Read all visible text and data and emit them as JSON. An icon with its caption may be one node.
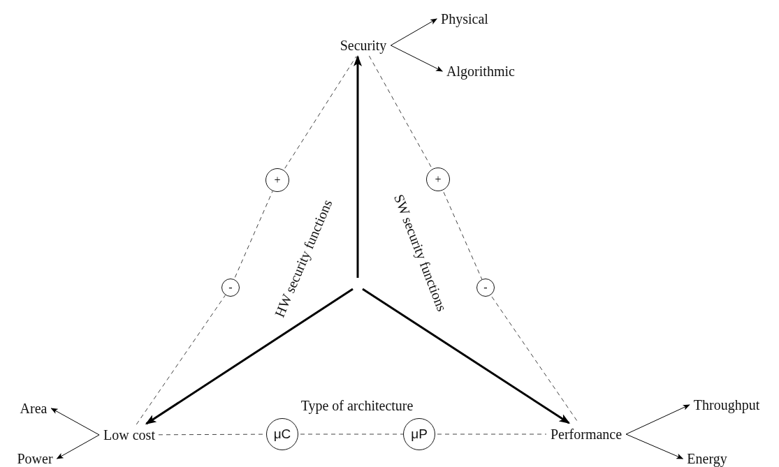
{
  "diagram": {
    "nodes": [
      {
        "text": [
          "Security"
        ]
      },
      {
        "text": [
          "Physical"
        ]
      },
      {
        "text": [
          "Algorithmic"
        ]
      },
      {
        "text": [
          "+"
        ]
      },
      {
        "text": [
          "+"
        ]
      },
      {
        "text": [
          "-"
        ]
      },
      {
        "text": [
          "-"
        ]
      },
      {
        "text": [
          "Area"
        ]
      },
      {
        "text": [
          "Low cost"
        ]
      },
      {
        "text": [
          "μC"
        ]
      },
      {
        "text": [
          "μP"
        ]
      },
      {
        "text": [
          "Performance"
        ]
      },
      {
        "text": [
          "Throughput"
        ]
      },
      {
        "text": [
          "Power"
        ]
      },
      {
        "text": [
          "Energy"
        ]
      }
    ],
    "edges": [
      {
        "from": 0,
        "to": 1,
        "arrow": "to"
      },
      {
        "from": 0,
        "to": 2,
        "arrow": "to"
      },
      {
        "from": 8,
        "to": 7,
        "arrow": "to"
      },
      {
        "from": 8,
        "to": 13,
        "arrow": "to"
      },
      {
        "from": 11,
        "to": 12,
        "arrow": "to"
      },
      {
        "from": 11,
        "to": 14,
        "arrow": "to"
      },
      {
        "from": null,
        "to": 0,
        "arrow": "to",
        "style": "thick"
      },
      {
        "from": null,
        "to": 8,
        "arrow": "to",
        "style": "thick"
      },
      {
        "from": null,
        "to": 11,
        "arrow": "to",
        "style": "thick"
      },
      {
        "from": 8,
        "to": 5,
        "arrow": "none",
        "style": "dashed"
      },
      {
        "from": 5,
        "to": 3,
        "arrow": "none",
        "style": "dashed"
      },
      {
        "from": 3,
        "to": 0,
        "arrow": "none",
        "style": "dashed"
      },
      {
        "from": 0,
        "to": 4,
        "arrow": "none",
        "style": "dashed"
      },
      {
        "from": 4,
        "to": 6,
        "arrow": "none",
        "style": "dashed"
      },
      {
        "from": 6,
        "to": 11,
        "arrow": "none",
        "style": "dashed"
      },
      {
        "from": 8,
        "to": 9,
        "arrow": "none",
        "style": "dashed"
      },
      {
        "from": 9,
        "to": 10,
        "arrow": "none",
        "style": "dashed"
      },
      {
        "from": 10,
        "to": 11,
        "arrow": "none",
        "style": "dashed"
      }
    ],
    "labels": [
      "HW security functions",
      "SW security functions",
      "Type of architecture"
    ]
  }
}
